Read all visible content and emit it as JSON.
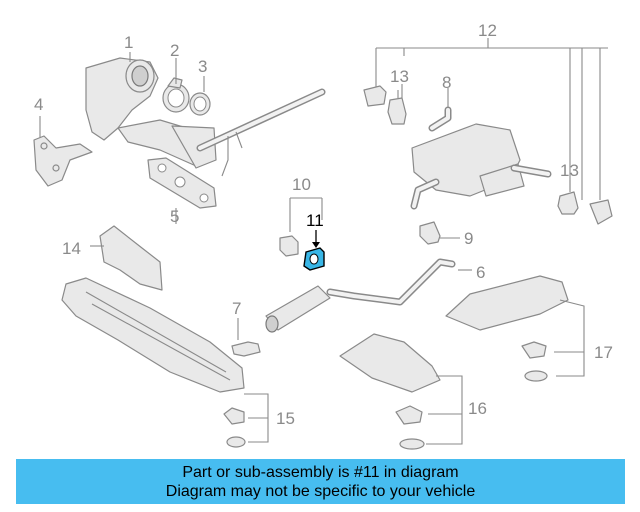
{
  "diagram": {
    "callouts": {
      "c1": "1",
      "c2": "2",
      "c3": "3",
      "c4": "4",
      "c5": "5",
      "c6": "6",
      "c7": "7",
      "c8": "8",
      "c9": "9",
      "c10": "10",
      "c11": "11",
      "c12": "12",
      "c13a": "13",
      "c13b": "13",
      "c14": "14",
      "c15": "15",
      "c16": "16",
      "c17": "17"
    },
    "highlight_color": "#39b6e6"
  },
  "banner": {
    "line1": "Part or sub-assembly is #11 in diagram",
    "line2": "Diagram may not be specific to your vehicle",
    "background": "#47bdf0"
  }
}
